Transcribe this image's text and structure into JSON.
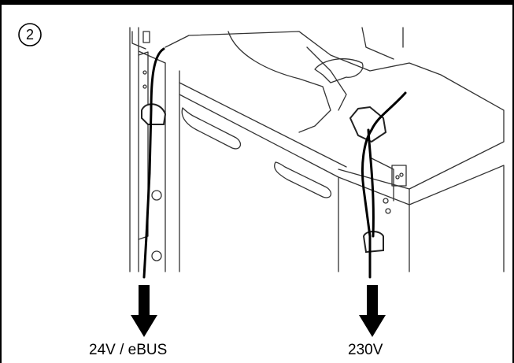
{
  "figure": {
    "step_number": "2",
    "labels": {
      "low_voltage": "24V / eBUS",
      "mains": "230V"
    }
  }
}
